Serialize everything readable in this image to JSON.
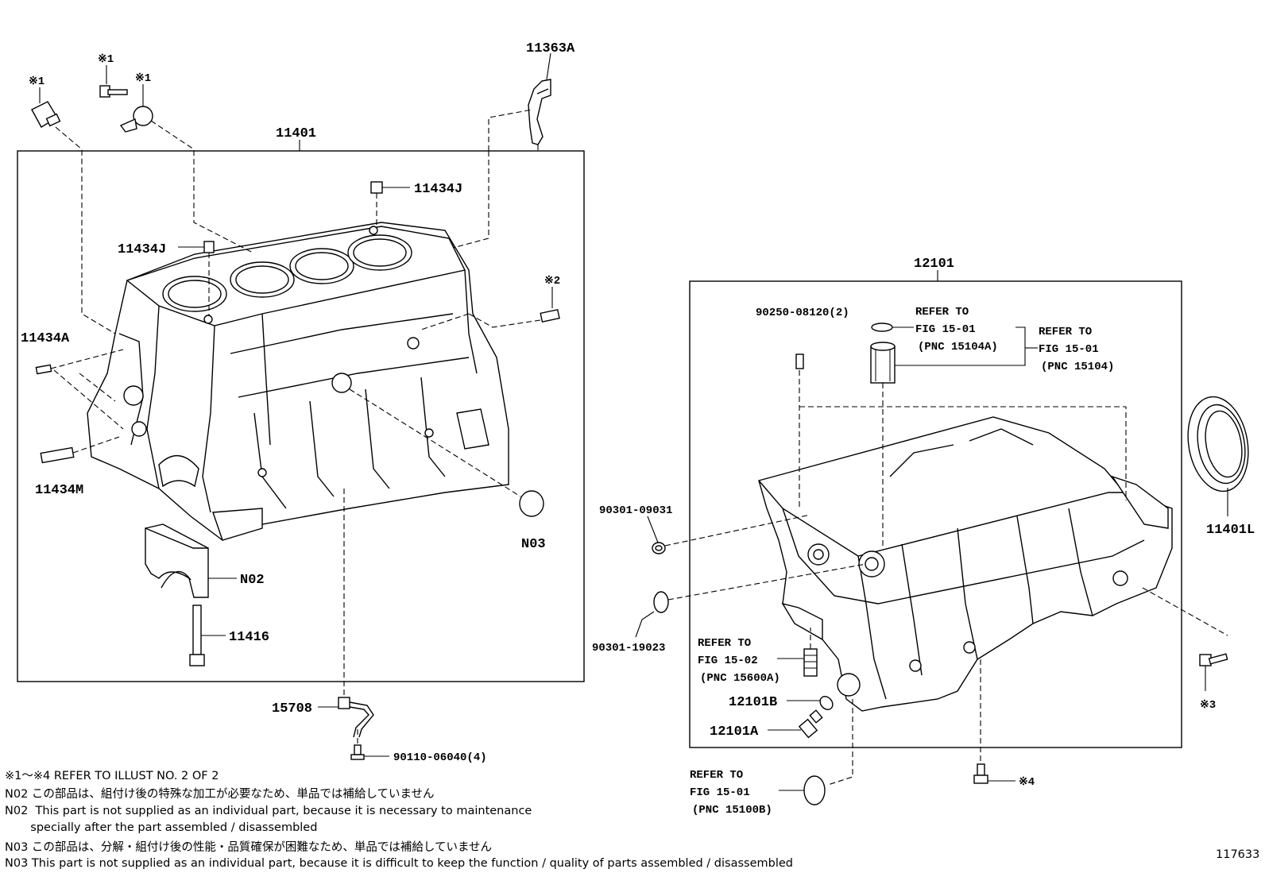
{
  "labels": {
    "p11363A": "11363A",
    "p11401": "11401",
    "p11434J_top": "11434J",
    "p11434J_left": "11434J",
    "p11434A": "11434A",
    "p11434M": "11434M",
    "pN02": "N02",
    "pN03": "N03",
    "p11416": "11416",
    "p15708": "15708",
    "p90110": "90110-06040(4)",
    "x1_a": "※1",
    "x1_b": "※1",
    "x1_c": "※1",
    "x2": "※2",
    "x3": "※3",
    "x4": "※4",
    "p12101": "12101",
    "p90250": "90250-08120(2)",
    "refer1_l1": "REFER TO",
    "refer1_l2": "FIG 15-01",
    "refer1_l3": "(PNC 15104A)",
    "refer2_l1": "REFER TO",
    "refer2_l2": "FIG 15-01",
    "refer2_l3": "(PNC 15104)",
    "p11401L": "11401L",
    "p90301_09031": "90301-09031",
    "p90301_19023": "90301-19023",
    "refer3_l1": "REFER TO",
    "refer3_l2": "FIG 15-02",
    "refer3_l3": "(PNC 15600A)",
    "p12101B": "12101B",
    "p12101A": "12101A",
    "refer4_l1": "REFER TO",
    "refer4_l2": "FIG 15-01",
    "refer4_l3": "(PNC 15100B)"
  },
  "notes": [
    "※1～※4  REFER TO ILLUST NO. 2 OF 2",
    "N02  この部品は、組付け後の特殊な加工が必要なため、単品では補給していません",
    "N02  This part is not supplied as an individual part, because it is necessary to maintenance",
    "       specially after the part assembled / disassembled",
    "N03  この部品は、分解・組付け後の性能・品質確保が困難なため、単品では補給していません",
    "N03  This part is not supplied as an individual part, because it is difficult to keep the function / quality of parts  assembled / disassembled"
  ],
  "illustration_number": "117633"
}
